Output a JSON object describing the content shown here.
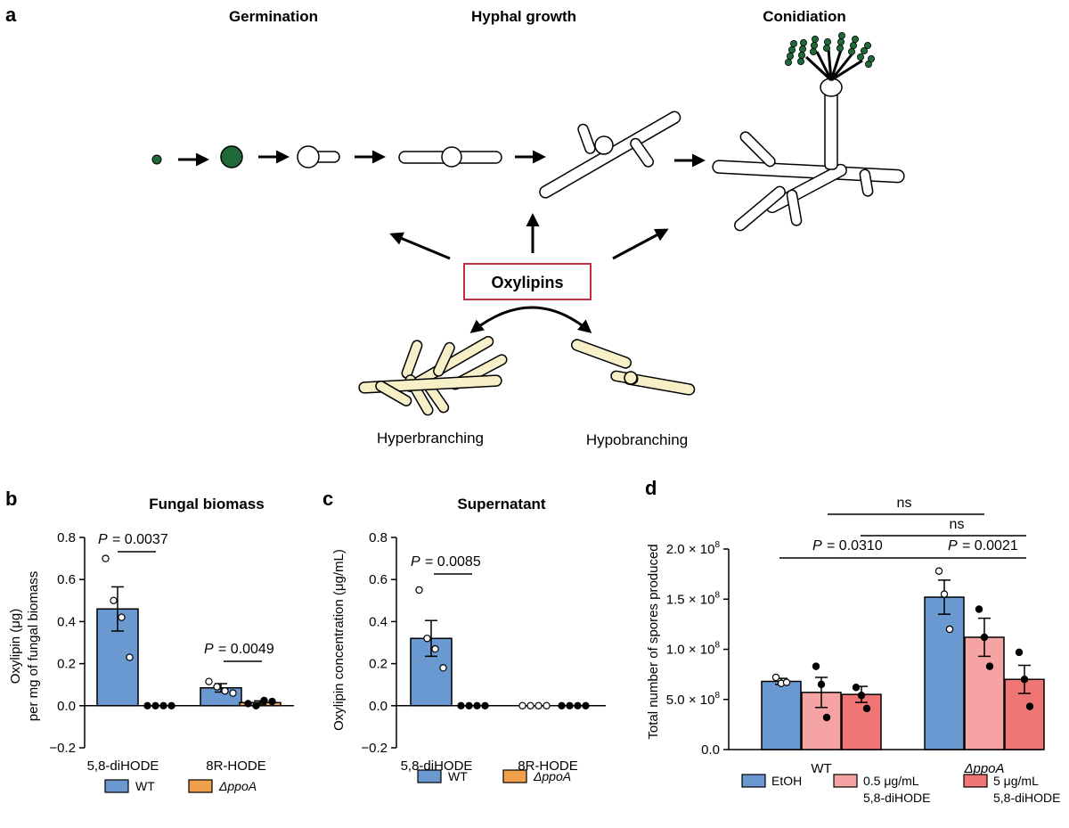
{
  "panel_a": {
    "letter": "a",
    "stages": [
      "Germination",
      "Hyphal growth",
      "Conidiation"
    ],
    "center_box": "Oxylipins",
    "branching_labels": [
      "Hyperbranching",
      "Hypobranching"
    ],
    "colors": {
      "spore": "#1e6b38",
      "branching_fill": "#f7efc7",
      "box_border": "#c0303b"
    }
  },
  "panel_b": {
    "letter": "b",
    "pvalues": {
      "p1": "= 0.0037",
      "p2": "= 0.0049"
    },
    "legend": {
      "wt": "WT",
      "mut": "ΔppoA"
    }
  },
  "panel_c": {
    "letter": "c",
    "pvalues": {
      "p1": "= 0.0085"
    },
    "legend": {
      "wt": "WT",
      "mut": "ΔppoA"
    }
  },
  "panel_d": {
    "letter": "d",
    "pvalues": {
      "ns1": "ns",
      "ns2": "ns",
      "p1": "= 0.0310",
      "p2": "= 0.0021"
    },
    "legend": [
      {
        "line1": "EtOH",
        "line2": ""
      },
      {
        "line1": "0.5 μg/mL",
        "line2": "5,8-diHODE"
      },
      {
        "line1": "5 μg/mL",
        "line2": "5,8-diHODE"
      }
    ]
  },
  "chart_data": [
    {
      "type": "bar",
      "title": "Fungal biomass",
      "ylabel": "Oxylipin (μg)",
      "ylabel2": "per mg of fungal biomass",
      "categories": [
        "5,8-diHODE",
        "8R-HODE"
      ],
      "ylim": [
        -0.2,
        0.8
      ],
      "yticks": [
        "−0.2",
        "0.0",
        "0.2",
        "0.4",
        "0.6",
        "0.8"
      ],
      "series": [
        {
          "name": "WT",
          "color": "#6a98d0",
          "values": [
            0.46,
            0.085
          ],
          "errors": [
            0.105,
            0.02
          ],
          "points": [
            [
              0.7,
              0.5,
              0.42,
              0.23
            ],
            [
              0.115,
              0.09,
              0.07,
              0.06
            ]
          ]
        },
        {
          "name": "ΔppoA",
          "color": "#f0a04b",
          "values": [
            0.0,
            0.015
          ],
          "errors": [
            0,
            0.008
          ],
          "points": [
            [
              0,
              0,
              0,
              0
            ],
            [
              0.01,
              0.0,
              0.025,
              0.02
            ]
          ]
        }
      ]
    },
    {
      "type": "bar",
      "title": "Supernatant",
      "ylabel": "Oxylipin concentration (μg/mL)",
      "categories": [
        "5,8-diHODE",
        "8R-HODE"
      ],
      "ylim": [
        -0.2,
        0.8
      ],
      "yticks": [
        "−0.2",
        "0.0",
        "0.2",
        "0.4",
        "0.6",
        "0.8"
      ],
      "series": [
        {
          "name": "WT",
          "color": "#6a98d0",
          "values": [
            0.32,
            0.0
          ],
          "errors": [
            0.085,
            0
          ],
          "points": [
            [
              0.55,
              0.32,
              0.27,
              0.18
            ],
            [
              0,
              0,
              0,
              0
            ]
          ]
        },
        {
          "name": "ΔppoA",
          "color": "#f0a04b",
          "values": [
            0.0,
            0.0
          ],
          "errors": [
            0,
            0
          ],
          "points": [
            [
              0,
              0,
              0,
              0
            ],
            [
              0,
              0,
              0,
              0
            ]
          ]
        }
      ]
    },
    {
      "type": "bar",
      "ylabel": "Total number of spores produced",
      "categories": [
        "WT",
        "ΔppoA"
      ],
      "ylim": [
        0,
        200000000.0
      ],
      "yticks": [
        "0.0",
        "5.0 × 10",
        "1.0 × 10",
        "1.5 × 10",
        "2.0 × 10"
      ],
      "series": [
        {
          "name": "EtOH",
          "color": "#6a98d0",
          "values": [
            68000000.0,
            152000000.0
          ],
          "errors": [
            3000000.0,
            17000000.0
          ],
          "points": [
            [
              72000000.0,
              66000000.0,
              67000000.0
            ],
            [
              178000000.0,
              155000000.0,
              120000000.0
            ]
          ]
        },
        {
          "name": "0.5 μg/mL 5,8-diHODE",
          "color": "#f5a3a3",
          "values": [
            57000000.0,
            112000000.0
          ],
          "errors": [
            15000000.0,
            19000000.0
          ],
          "points": [
            [
              83000000.0,
              65000000.0,
              32000000.0
            ],
            [
              140000000.0,
              112000000.0,
              83000000.0
            ]
          ]
        },
        {
          "name": "5 μg/mL 5,8-diHODE",
          "color": "#f07575",
          "values": [
            55000000.0,
            70000000.0
          ],
          "errors": [
            8000000.0,
            14000000.0
          ],
          "points": [
            [
              62000000.0,
              54000000.0,
              41000000.0
            ],
            [
              97000000.0,
              70000000.0,
              43000000.0
            ]
          ]
        }
      ]
    }
  ]
}
